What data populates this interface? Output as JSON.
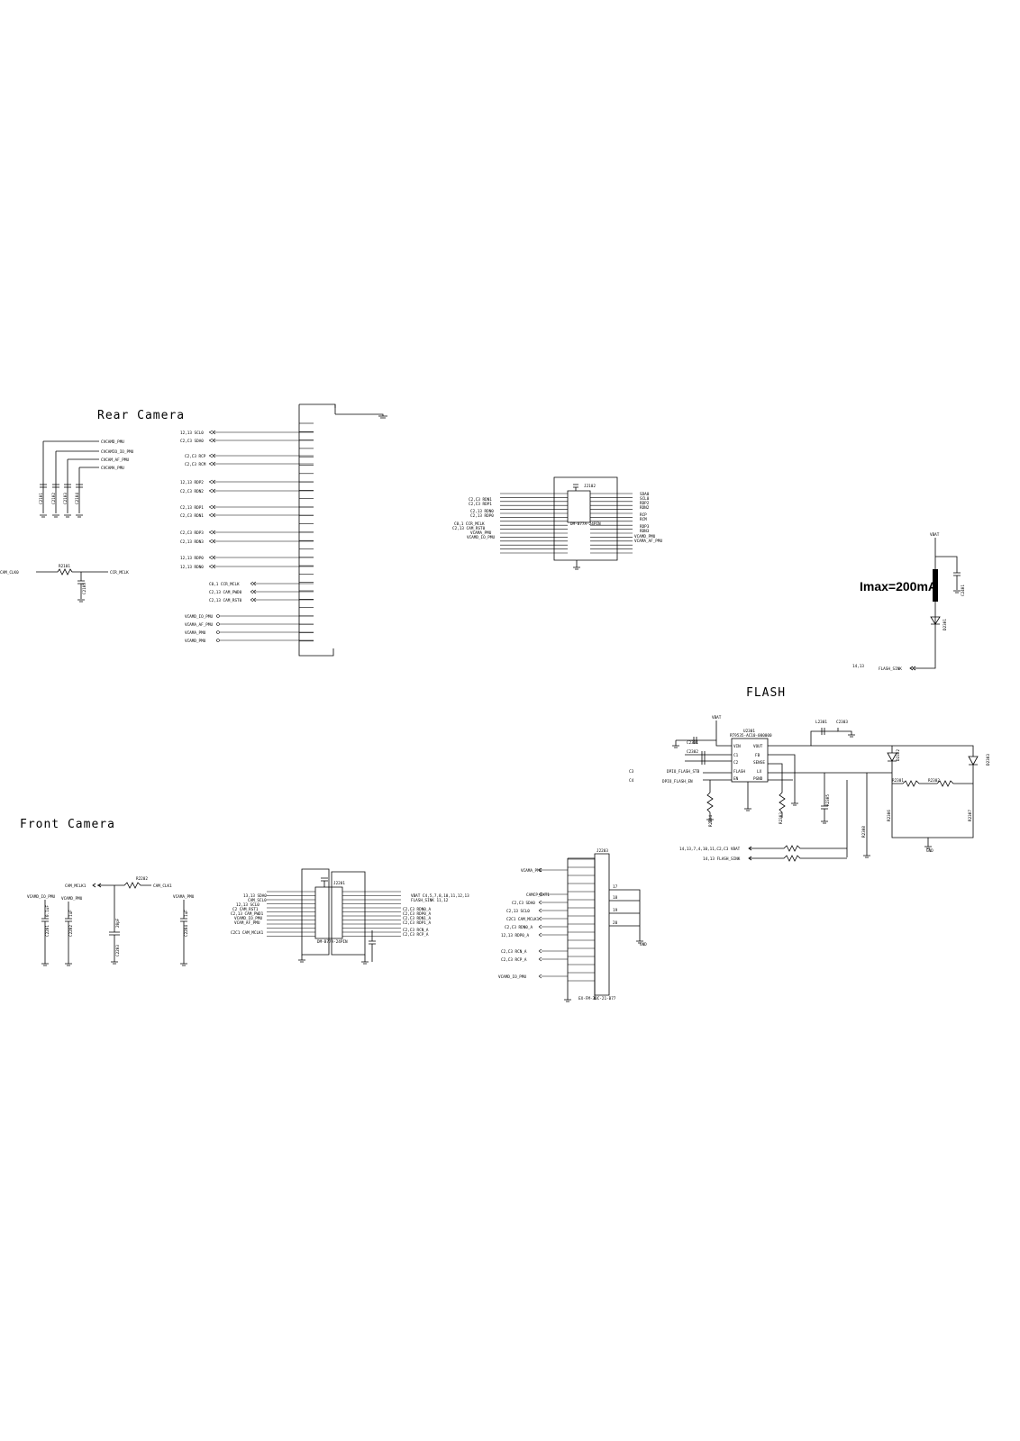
{
  "sections": {
    "rear_camera": "Rear Camera",
    "front_camera": "Front Camera",
    "flash": "FLASH"
  },
  "annotations": {
    "imax": "Imax=200mA"
  },
  "rear": {
    "caps": [
      "C2101",
      "C2102",
      "C2103",
      "C2104"
    ],
    "cap_rails": [
      "CVCAMD_PMU",
      "CVCAMIO_IO_PMU",
      "CVCAM_AF_PMU",
      "CVCAMA_PMU"
    ],
    "clk_resistor": "R2101",
    "clk_left": "CAM_CLK0",
    "clk_right": "CCR_MCLK",
    "clk_cap": "C2105",
    "signals_left": [
      "12,13 SCL0",
      "C2,C3 SDA0",
      "C2,C3 RCP",
      "C2,C3 RCM",
      "12,13 RDP2",
      "C2,C3 RDN2",
      "C2,13 RDP1",
      "C2,C3 RDN1",
      "C2,C3 RDP3",
      "C2,13 RDN3",
      "12,13 RDP0",
      "12,13 RDN0"
    ],
    "signals_io": [
      "C0,1 CCR_MCLK",
      "C2,13 CAM_PWD0",
      "C2,13 CAM_RST0"
    ],
    "signals_pwr": [
      "VCAMD_IO_PMU",
      "VCAMA_AF_PMU",
      "VCAMA_PMU",
      "VCAMD_PMU"
    ]
  },
  "rear_conn": {
    "ref": "J2102",
    "part": "DM-B77A-24PIN",
    "left": [
      "C2,C3 RDN1",
      "C2,C3 RDP1",
      "C2,13 RDN0",
      "C2,13 RDP0",
      "C0,1 CCR_MCLK",
      "C2,13 CAM_RST0",
      "VCAMA_PMU",
      "VCAMD_IO_PMU"
    ],
    "right": [
      "SDA0",
      "SCL0",
      "RDP2",
      "RDN2",
      "RCP",
      "RCM",
      "RDP3",
      "RDN3",
      "VCAMD_PMU",
      "VCAMA_AF_PMU"
    ]
  },
  "flash_top": {
    "net": "VBAT",
    "cap": "C2401",
    "led": "D2301",
    "sink_ref": "14,13",
    "sink_net": "FLASH_SINK"
  },
  "flash": {
    "ic_ref": "U2301",
    "ic_part": "RT9535-AC10-000000",
    "vbat": "VBAT",
    "pins_left": [
      "VIN",
      "C1",
      "C2",
      "FLASH",
      "EN"
    ],
    "pins_right": [
      "VOUT",
      "FB",
      "SENSE",
      "LX",
      "PGND"
    ],
    "caps": [
      "C2301",
      "C2302",
      "C2303"
    ],
    "net_flash_strb": "DPIO_FLASH_STB",
    "net_flash_en": "DPIO_FLASH_EN",
    "left_refs": [
      "C3",
      "C4"
    ],
    "resistors": [
      "R2301",
      "R2302",
      "R2303",
      "R2304",
      "R2305",
      "R2306",
      "R2307",
      "R2308"
    ],
    "inductor": "L2301",
    "leds": [
      "D2302",
      "D2303"
    ],
    "vbat_net": "14,13,7,4,10,11,C2,C3 VBAT",
    "sink_net": "14,13 FLASH_SINK",
    "gnd": "GND"
  },
  "front": {
    "clk_left": "CAM_MCLK1",
    "clk_right": "CAM_CLK1",
    "clk_res": "R2202",
    "rails": [
      "VCAMD_IO_PMU",
      "VCAMD_PMU",
      "VCAMA_PMU"
    ],
    "caps": [
      "C2201",
      "C2202",
      "C2203",
      "C2204"
    ],
    "c_values": [
      "0.1uF",
      "1uF",
      "20pF",
      "1uF"
    ]
  },
  "front_conn": {
    "ref": "J2201",
    "part": "DM-B77A-24PIN",
    "left": [
      "13,13 SDA0",
      "CAM_SCL0",
      "12,13 SCL0",
      "C2 CAM_RST1",
      "C2,13 CAM_PWD1",
      "VCAMD_IO_PMU",
      "VCAM_AF_PMU",
      "C2C1 CAM_MCLK1"
    ],
    "right": [
      "VBAT C4,5,7,8,10,11,12,13",
      "FLASH_SINK 11,12",
      "C2,C3 RDN0_A",
      "C2,C3 RDP0_A",
      "C2,C3 RDN1_A",
      "C2,C3 RDP1_A",
      "C2,C3 RCN_A",
      "C2,C3 RCP_A"
    ]
  },
  "ext_conn": {
    "ref": "J2203",
    "part": "EX-FM-30C-21-B77",
    "left": [
      "VCAMA_PMU",
      "CAMCP_EXT1",
      "C2,C3 SDA0",
      "C2,13 SCL0",
      "C2C1 CAM_MCLK1",
      "C2,C3 RDN0_A",
      "12,13 RDP0_A",
      "C2,C3 RCN_A",
      "C2,C3 RCP_A",
      "VCAMD_IO_PMU"
    ],
    "right_pins": [
      "17",
      "18",
      "19",
      "20"
    ],
    "gnd": "GND"
  }
}
